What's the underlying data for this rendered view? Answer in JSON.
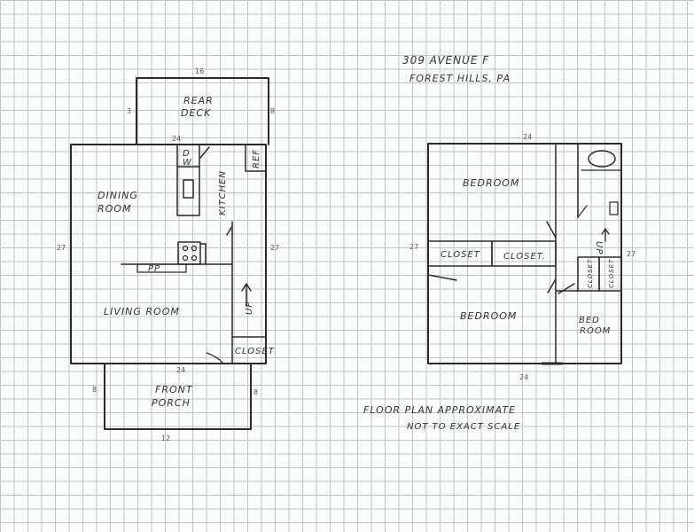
{
  "header": {
    "address_line1": "309 AVENUE F",
    "address_line2": "FOREST HILLS, PA"
  },
  "first_floor": {
    "rear_deck_line1": "REAR",
    "rear_deck_line2": "DECK",
    "dining_line1": "DINING",
    "dining_line2": "ROOM",
    "kitchen": "KITCHEN",
    "dishwasher_top": "D",
    "dishwasher_bottom": "W",
    "refrigerator": "REF",
    "pantry": "PP",
    "living_room": "LIVING ROOM",
    "stairs_up": "UP",
    "closet": "CLOSET",
    "front_porch_line1": "FRONT",
    "front_porch_line2": "PORCH",
    "dims": {
      "deck_width": "16",
      "deck_left": "3",
      "deck_right": "8",
      "dw_note": "24",
      "house_left": "27",
      "house_right": "27",
      "house_bottom": "24",
      "porch_left": "8",
      "porch_right": "8",
      "porch_bottom": "12"
    }
  },
  "second_floor": {
    "bedroom_top": "BEDROOM",
    "closet_left": "CLOSET",
    "closet_right": "CLOSET.",
    "bedroom_bottom": "BEDROOM",
    "stairs_up": "UP",
    "closet_small_left": "CLOSET",
    "closet_small_right": "CLOSET",
    "bed_room_line1": "BED",
    "bed_room_line2": "ROOM",
    "dims": {
      "top": "24",
      "left": "27",
      "right": "27",
      "bottom": "24"
    }
  },
  "notes": {
    "line1": "FLOOR PLAN APPROXIMATE",
    "line2": "NOT TO EXACT SCALE"
  }
}
